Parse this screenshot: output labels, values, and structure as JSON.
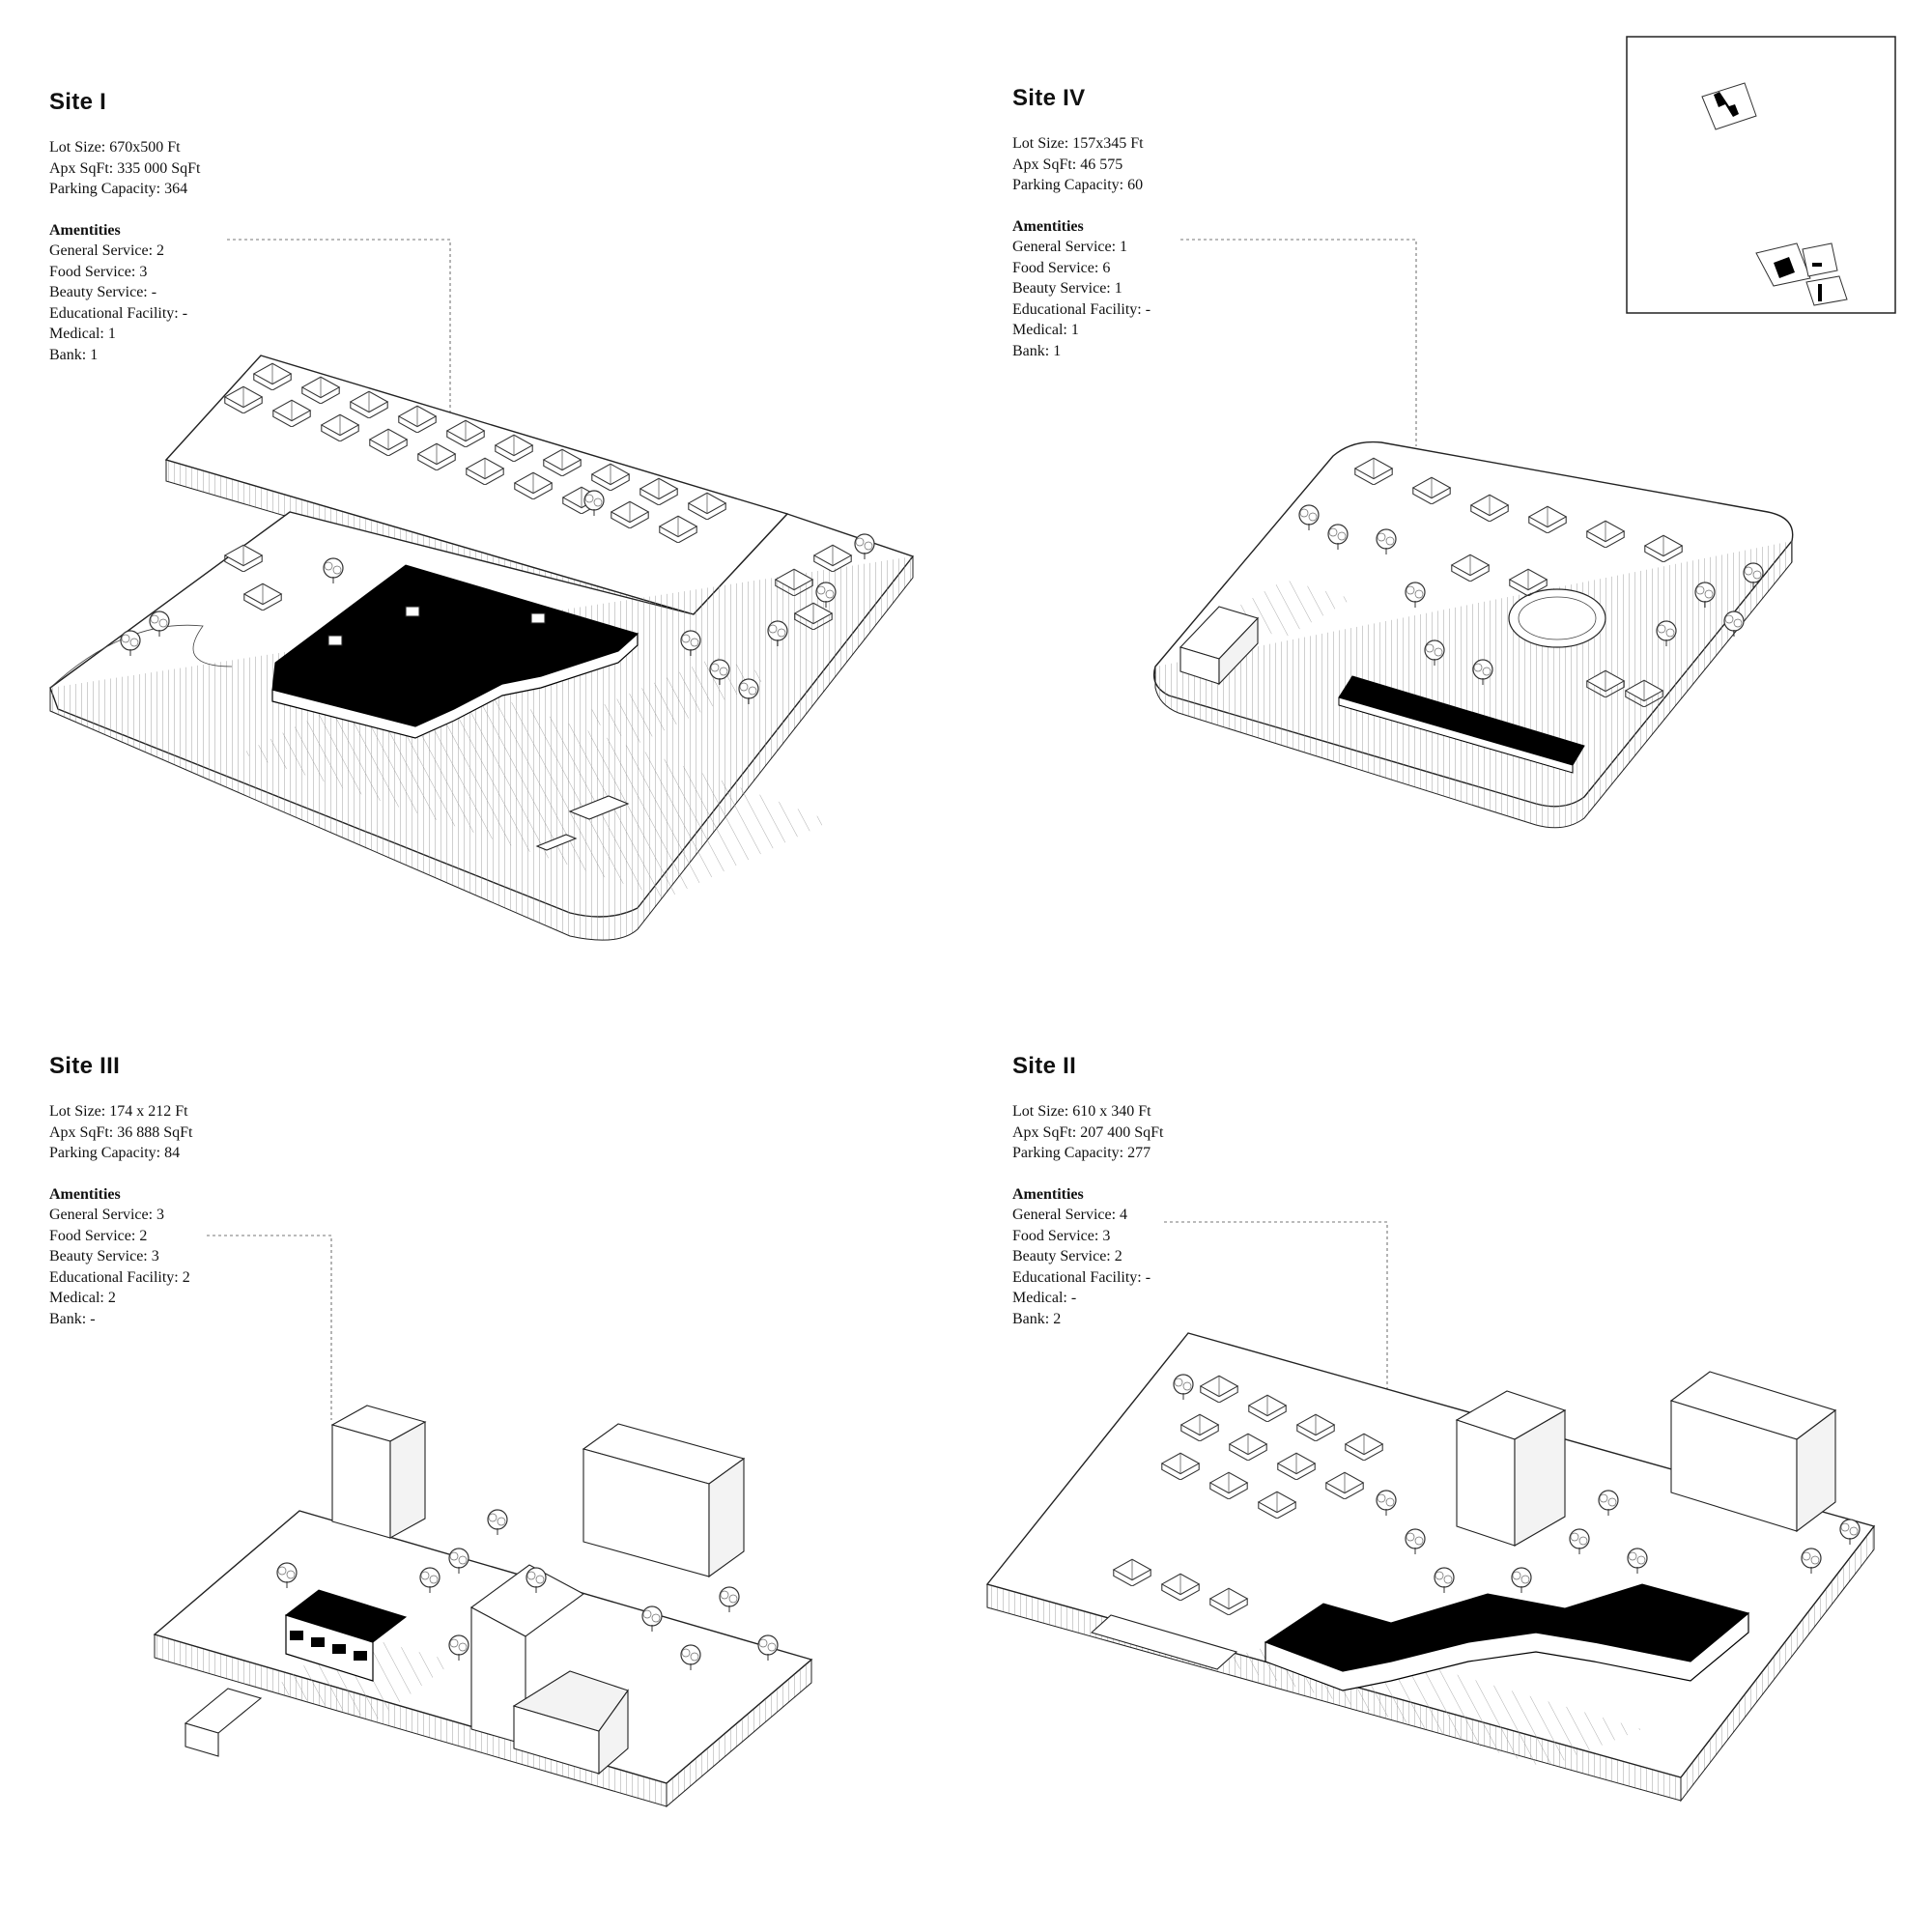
{
  "sites": [
    {
      "title": "Site I",
      "stats": [
        "Lot Size: 670x500 Ft",
        "Apx SqFt: 335 000 SqFt",
        "Parking Capacity: 364"
      ],
      "amenities_heading": "Amentities",
      "amenities": [
        "General Service: 2",
        "Food Service: 3",
        "Beauty Service: -",
        "Educational Facility: -",
        "Medical: 1",
        "Bank: 1"
      ]
    },
    {
      "title": "Site IV",
      "stats": [
        "Lot Size: 157x345 Ft",
        "Apx SqFt: 46 575",
        "Parking Capacity:  60"
      ],
      "amenities_heading": "Amentities",
      "amenities": [
        "General Service: 1",
        "Food Service: 6",
        "Beauty Service: 1",
        "Educational Facility: -",
        "Medical: 1",
        "Bank: 1"
      ]
    },
    {
      "title": "Site III",
      "stats": [
        "Lot Size: 174 x 212 Ft",
        "Apx SqFt:  36 888 SqFt",
        "Parking Capacity: 84"
      ],
      "amenities_heading": "Amentities",
      "amenities": [
        "General Service: 3",
        "Food Service: 2",
        "Beauty Service: 3",
        "Educational Facility: 2",
        "Medical: 2",
        "Bank: -"
      ]
    },
    {
      "title": "Site II",
      "stats": [
        "Lot Size: 610 x 340 Ft",
        "Apx SqFt: 207 400 SqFt",
        "Parking Capacity: 277"
      ],
      "amenities_heading": "Amentities",
      "amenities": [
        "General Service: 4",
        "Food Service: 3",
        "Beauty Service: 2",
        "Educational Facility: -",
        "Medical: -",
        "Bank: 2"
      ]
    }
  ],
  "colors": {
    "ink": "#000000",
    "line": "#222222",
    "background": "#ffffff"
  }
}
